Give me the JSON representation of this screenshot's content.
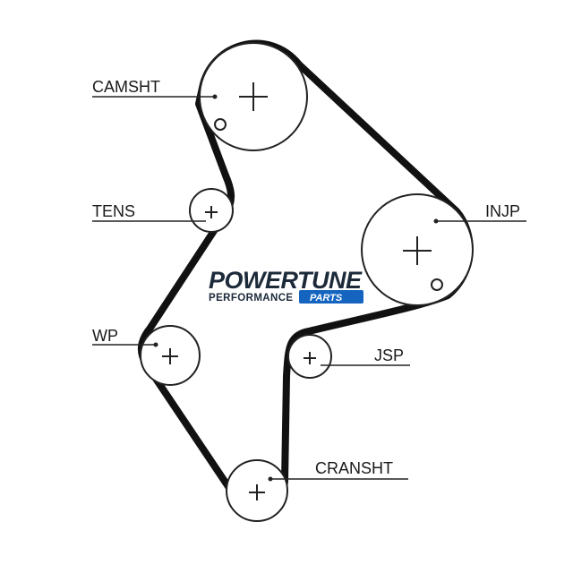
{
  "labels": {
    "camshaft": "CAMSHT",
    "tensioner": "TENS",
    "injection_pump": "INJP",
    "water_pump": "WP",
    "jackshaft": "JSP",
    "crankshaft": "CRANSHT"
  },
  "logo": {
    "main": "POWERTUNE",
    "performance": "PERFORMANCE",
    "parts": "PARTS",
    "colors": {
      "dark": "#1c2a3a",
      "blue": "#1565c0",
      "accent": "#2e86de"
    }
  },
  "colors": {
    "belt": "#111111",
    "pulley": "#222222",
    "text": "#1a1a1a"
  }
}
